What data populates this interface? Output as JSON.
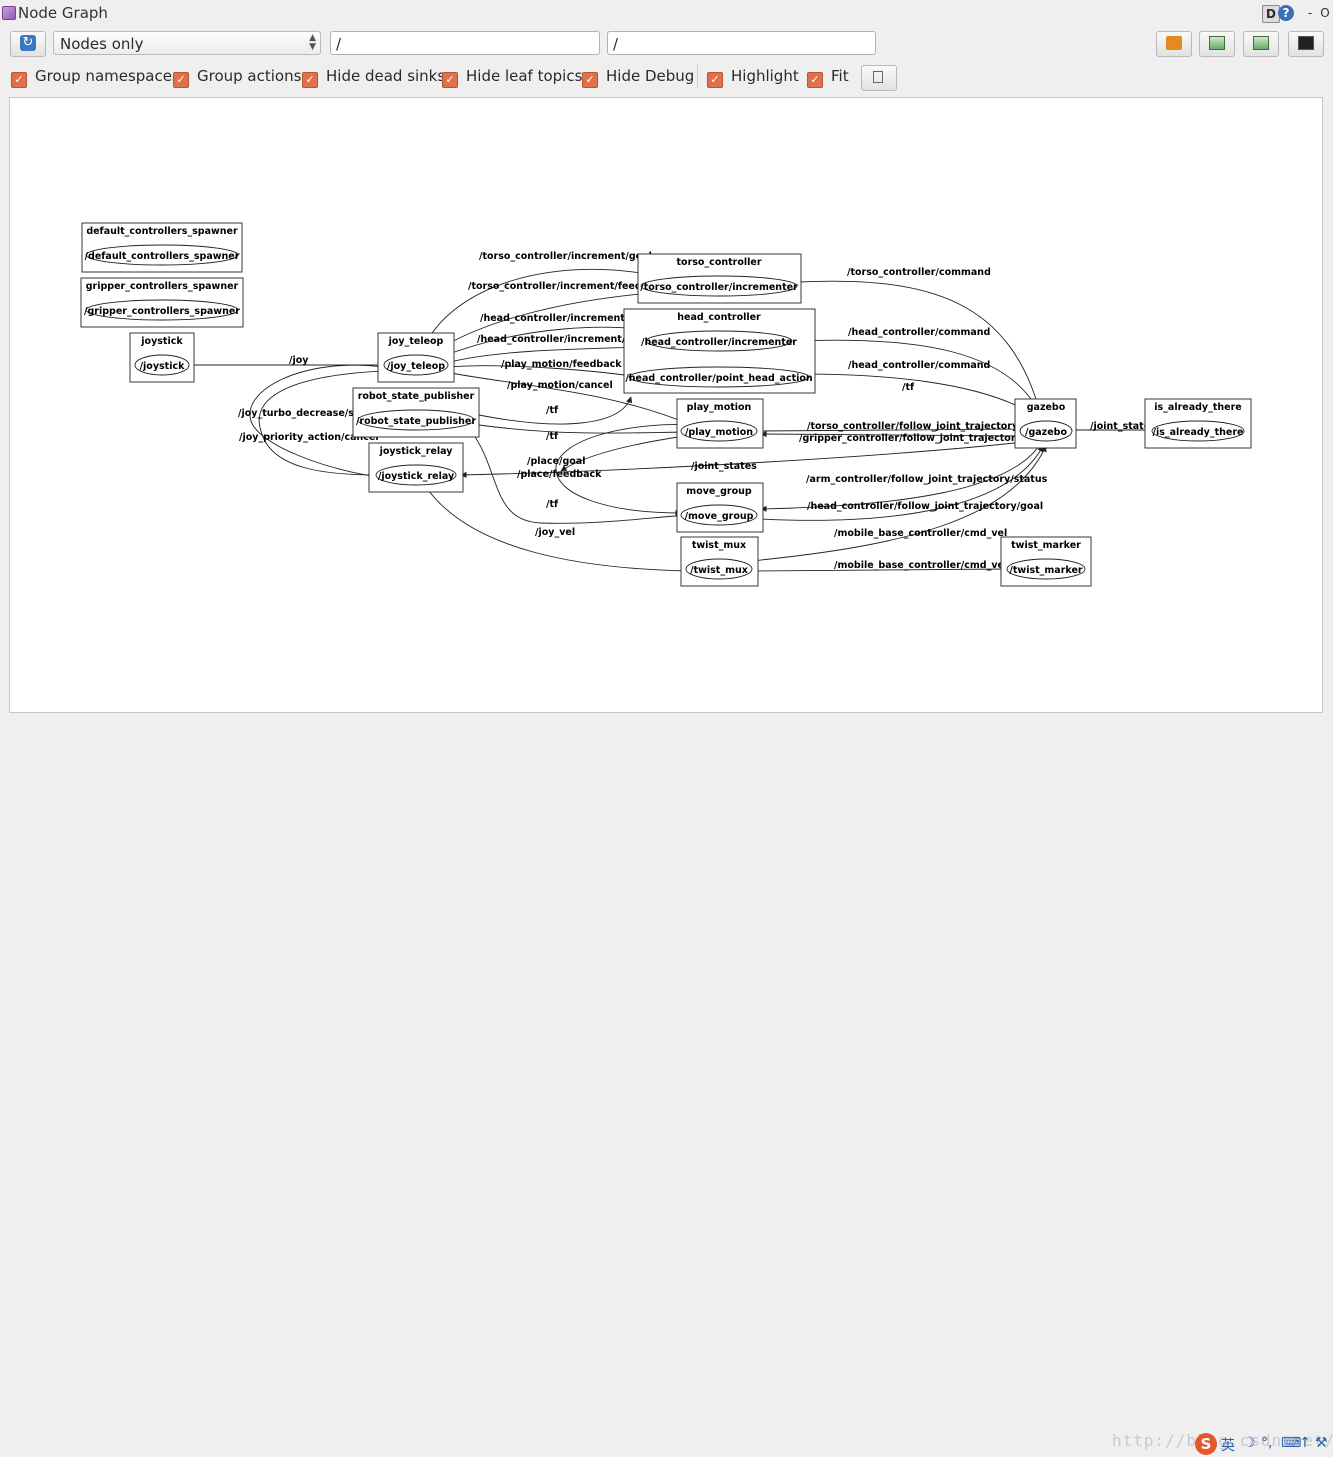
{
  "window": {
    "title": "Node Graph",
    "d_label": "D",
    "help_label": "?",
    "min_label": "-",
    "close_label": "O"
  },
  "toolbar": {
    "graph_mode": "Nodes only",
    "ns_filter": "/",
    "topic_filter": "/"
  },
  "options": [
    {
      "label": "Group namespaces",
      "checked": true
    },
    {
      "label": "Group actions",
      "checked": true
    },
    {
      "label": "Hide dead sinks",
      "checked": true
    },
    {
      "label": "Hide leaf topics",
      "checked": true
    },
    {
      "label": "Hide Debug",
      "checked": true
    },
    {
      "label": "Highlight",
      "checked": true
    },
    {
      "label": "Fit",
      "checked": true
    }
  ],
  "graph": {
    "nodes": [
      {
        "id": "default_controllers_spawner",
        "title": "default_controllers_spawner",
        "label": "/default_controllers_spawner"
      },
      {
        "id": "gripper_controllers_spawner",
        "title": "gripper_controllers_spawner",
        "label": "/gripper_controllers_spawner"
      },
      {
        "id": "joystick",
        "title": "joystick",
        "label": "/joystick"
      },
      {
        "id": "joy_teleop",
        "title": "joy_teleop",
        "label": "/joy_teleop"
      },
      {
        "id": "robot_state_publisher",
        "title": "robot_state_publisher",
        "label": "/robot_state_publisher"
      },
      {
        "id": "joystick_relay",
        "title": "joystick_relay",
        "label": "/joystick_relay"
      },
      {
        "id": "torso_controller",
        "title": "torso_controller",
        "label": "/torso_controller/incrementer"
      },
      {
        "id": "head_controller",
        "title": "head_controller",
        "label": "/head_controller/incrementer",
        "label2": "/head_controller/point_head_action"
      },
      {
        "id": "play_motion",
        "title": "play_motion",
        "label": "/play_motion"
      },
      {
        "id": "move_group",
        "title": "move_group",
        "label": "/move_group"
      },
      {
        "id": "twist_mux",
        "title": "twist_mux",
        "label": "/twist_mux"
      },
      {
        "id": "gazebo",
        "title": "gazebo",
        "label": "/gazebo"
      },
      {
        "id": "is_already_there",
        "title": "is_already_there",
        "label": "/is_already_there"
      },
      {
        "id": "twist_marker",
        "title": "twist_marker",
        "label": "/twist_marker"
      }
    ],
    "edges": [
      {
        "id": "e1",
        "label": "/torso_controller/increment/goal"
      },
      {
        "id": "e2",
        "label": "/torso_controller/increment/feedback"
      },
      {
        "id": "e3",
        "label": "/torso_controller/command"
      },
      {
        "id": "e4",
        "label": "/head_controller/increment/goal"
      },
      {
        "id": "e5",
        "label": "/head_controller/increment/status"
      },
      {
        "id": "e6",
        "label": "/head_controller/command"
      },
      {
        "id": "e7",
        "label": "/head_controller/command"
      },
      {
        "id": "e8",
        "label": "/play_motion/feedback"
      },
      {
        "id": "e9",
        "label": "/play_motion/cancel"
      },
      {
        "id": "e10",
        "label": "/joy"
      },
      {
        "id": "e11",
        "label": "/joy_turbo_decrease/status"
      },
      {
        "id": "e12",
        "label": "/joy_priority_action/cancel"
      },
      {
        "id": "e13",
        "label": "/tf"
      },
      {
        "id": "e14",
        "label": "/tf"
      },
      {
        "id": "e15",
        "label": "/tf"
      },
      {
        "id": "e16",
        "label": "/tf"
      },
      {
        "id": "e17",
        "label": "/place/goal"
      },
      {
        "id": "e18",
        "label": "/place/feedback"
      },
      {
        "id": "e19",
        "label": "/joint_states"
      },
      {
        "id": "e20",
        "label": "/joy_vel"
      },
      {
        "id": "e21",
        "label": "/torso_controller/follow_joint_trajectory/goal"
      },
      {
        "id": "e22",
        "label": "/gripper_controller/follow_joint_trajectory/status"
      },
      {
        "id": "e23",
        "label": "/arm_controller/follow_joint_trajectory/status"
      },
      {
        "id": "e24",
        "label": "/head_controller/follow_joint_trajectory/goal"
      },
      {
        "id": "e25",
        "label": "/mobile_base_controller/cmd_vel"
      },
      {
        "id": "e26",
        "label": "/mobile_base_controller/cmd_vel"
      },
      {
        "id": "e27",
        "label": "/joint_states"
      }
    ]
  },
  "statusbar": {
    "watermark": "http://blog.csdn.net/",
    "ime_logo": "S",
    "ime_lang": "英"
  }
}
